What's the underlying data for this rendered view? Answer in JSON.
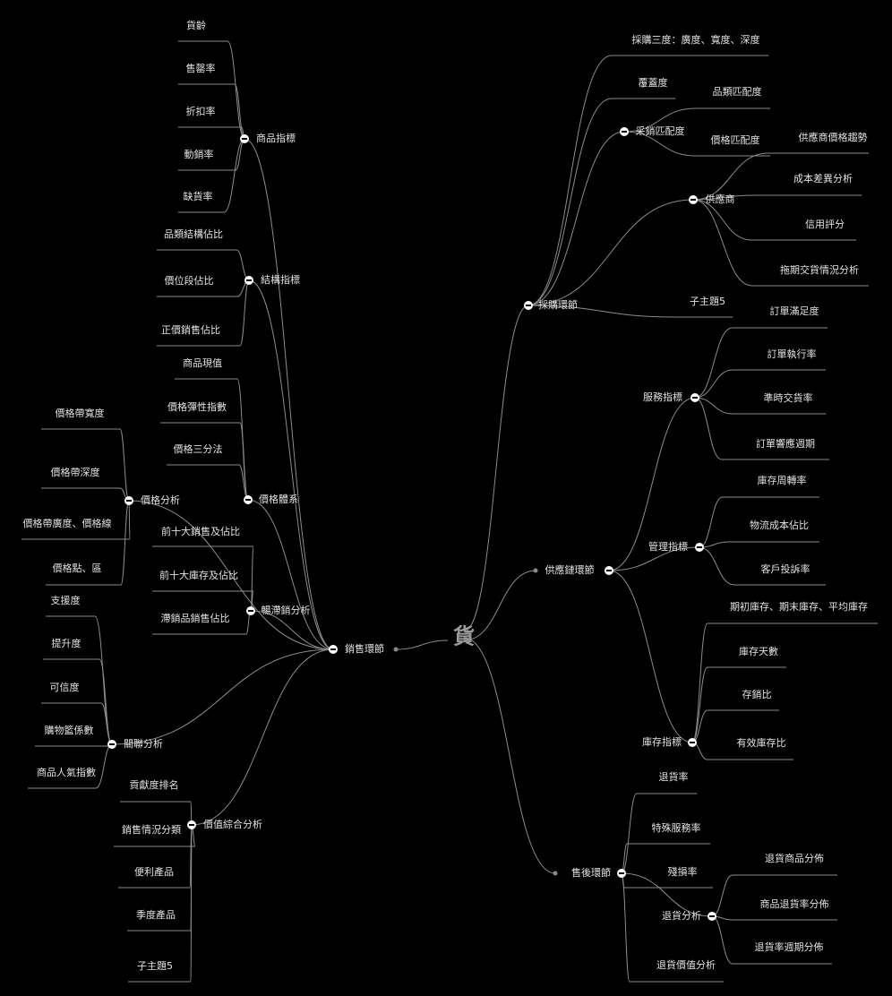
{
  "root": "貨",
  "nodes": {
    "a0": "採購環節",
    "a1": "採購三度：廣度、寬度、深度",
    "a2": "覆蓋度",
    "a3": "采銷匹配度",
    "a4": "品類匹配度",
    "a5": "價格匹配度",
    "a6": "供應商",
    "a7": "供應商價格趨勢",
    "a8": "成本差異分析",
    "a9": "信用評分",
    "a10": "拖期交貨情況分析",
    "a11": "子主題5",
    "b0": "供應鏈環節",
    "b1": "服務指標",
    "b2": "訂單滿足度",
    "b3": "訂單執行率",
    "b4": "準時交貨率",
    "b5": "訂單響應週期",
    "b6": "管理指標",
    "b7": "庫存周轉率",
    "b8": "物流成本佔比",
    "b9": "客戶投訴率",
    "b10": "庫存指標",
    "b11": "期初庫存、期末庫存、平均庫存",
    "b12": "庫存天數",
    "b13": "存銷比",
    "b14": "有效庫存比",
    "c0": "售後環節",
    "c1": "退貨率",
    "c2": "特殊服務率",
    "c3": "殘損率",
    "c4": "退貨分析",
    "c5": "退貨商品分佈",
    "c6": "商品退貨率分佈",
    "c7": "退貨率週期分佈",
    "c8": "退貨價值分析",
    "d0": "銷售環節",
    "d1": "商品指標",
    "d2": "貨齡",
    "d3": "售罄率",
    "d4": "折扣率",
    "d5": "動銷率",
    "d6": "缺貨率",
    "d7": "結構指標",
    "d8": "品類結構佔比",
    "d9": "價位段佔比",
    "d10": "正價銷售佔比",
    "d11": "價格體系",
    "d12": "商品現值",
    "d13": "價格彈性指數",
    "d14": "價格三分法",
    "d15": "價格分析",
    "d16": "價格帶寬度",
    "d17": "價格帶深度",
    "d18": "價格帶廣度、價格線",
    "d19": "價格點、區",
    "d20": "暢滯銷分析",
    "d21": "前十大銷售及佔比",
    "d22": "前十大庫存及佔比",
    "d23": "滯銷品銷售佔比",
    "d24": "關聯分析",
    "d25": "支援度",
    "d26": "提升度",
    "d27": "可信度",
    "d28": "購物籃係數",
    "d29": "商品人氣指數",
    "d30": "價值綜合分析",
    "d31": "貢獻度排名",
    "d32": "銷售情況分類",
    "d33": "便利產品",
    "d34": "季度產品",
    "d35": "子主題5"
  },
  "colors": {
    "background": "#000000",
    "line": "#8c8c8c",
    "text": "#e2e2e2",
    "root": "#9a9a9a"
  }
}
